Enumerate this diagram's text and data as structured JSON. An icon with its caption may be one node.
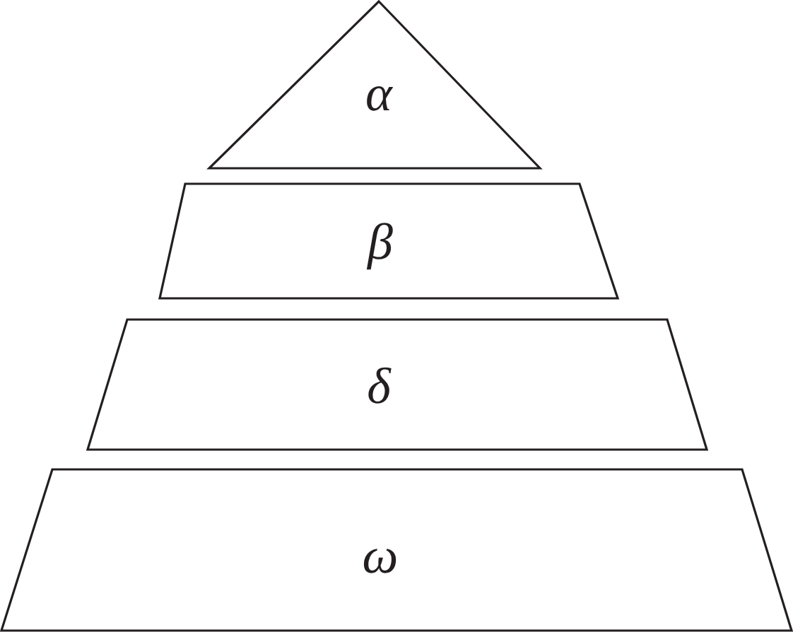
{
  "diagram": {
    "nodes": [
      {
        "text": [
          "α"
        ]
      },
      {
        "text": [
          "β"
        ]
      },
      {
        "text": [
          "δ"
        ]
      },
      {
        "text": [
          "ω"
        ]
      }
    ]
  }
}
